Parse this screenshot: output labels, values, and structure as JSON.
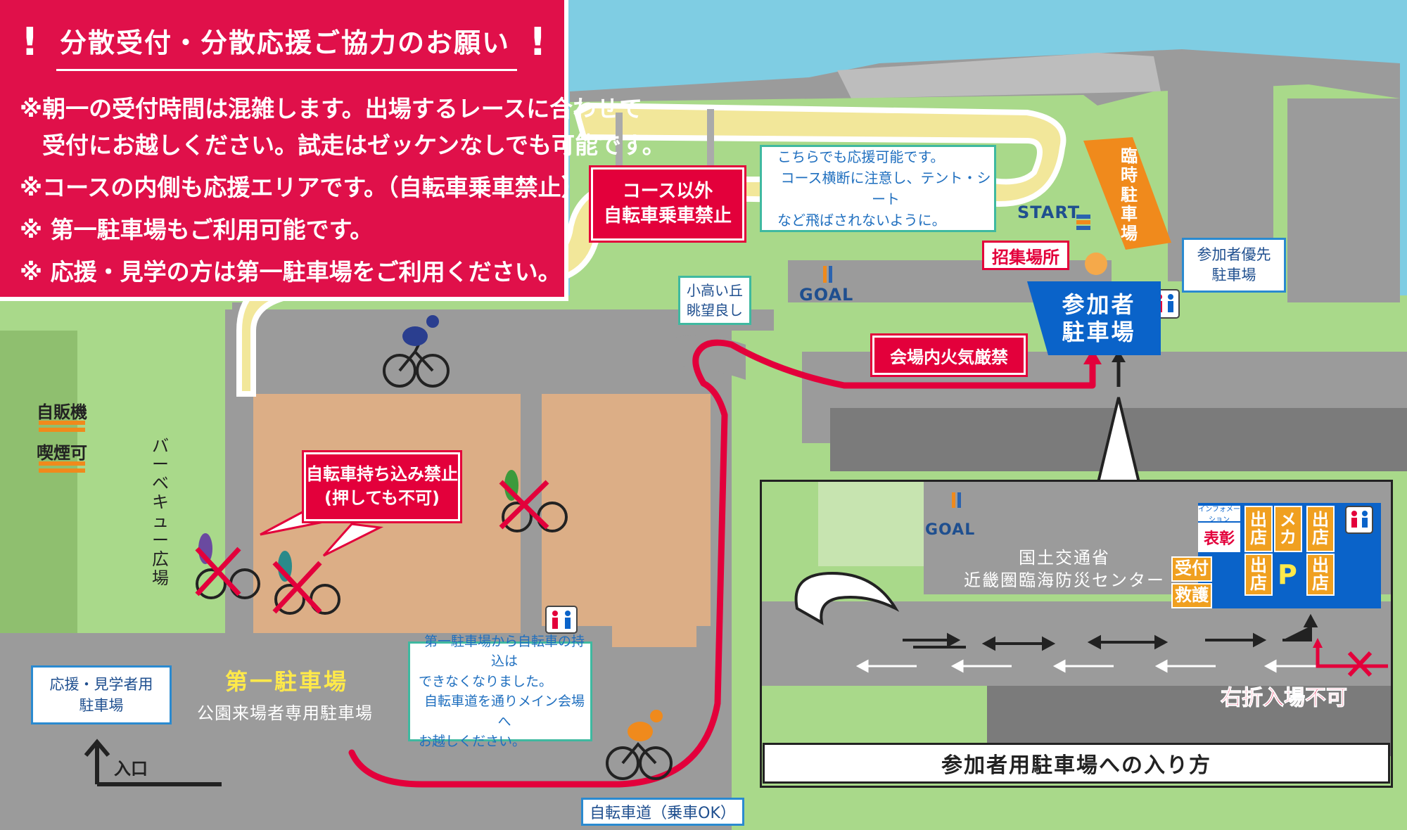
{
  "notice": {
    "title": "分散受付・分散応援ご協力のお願い",
    "bang_left": "!",
    "bang_right": "!",
    "lines": [
      "※朝一の受付時間は混雑します。出場するレースに合わせて",
      "受付にお越しください。試走はゼッケンなしでも可能です。",
      "※コースの内側も応援エリアです。（自転車乗車禁止）",
      "※ 第一駐車場もご利用可能です。",
      "※ 応援・見学の方は第一駐車場をご利用ください。"
    ]
  },
  "labels": {
    "no_bike_outside": [
      "コース以外",
      "自転車乗車禁止"
    ],
    "cheer_here": [
      "こちらでも応援可能です。",
      "コース横断に注意し、テント・シート",
      "など飛ばされないように。"
    ],
    "start": "START",
    "goal": "GOAL",
    "goal_inset": "GOAL",
    "gathering": "招集場所",
    "temp_parking": [
      "臨",
      "時",
      "駐",
      "車",
      "場"
    ],
    "priority_parking": [
      "参加者優先",
      "駐車場"
    ],
    "participant_parking": [
      "参加者",
      "駐車場"
    ],
    "hill": [
      "小高い丘",
      "眺望良し"
    ],
    "no_fire": "会場内火気厳禁",
    "vending": "自販機",
    "smoking": "喫煙可",
    "bbq": [
      "バ",
      "ー",
      "ベ",
      "キ",
      "ュ",
      "ー",
      "広",
      "場"
    ],
    "no_bike_carry": [
      "自転車持ち込み禁止",
      "(押しても不可)"
    ],
    "first_parking": "第一駐車場",
    "first_parking_sub": "公園来場者専用駐車場",
    "visitor_parking": [
      "応援・見学者用",
      "駐車場"
    ],
    "entrance": "入口",
    "first_parking_note": [
      "第一駐車場から自転車の持込は",
      "できなくなりました。",
      "自転車道を通りメイン会場へ",
      "お越しください。"
    ],
    "bike_path": "自転車道（乗車OK）"
  },
  "inset": {
    "title": "参加者用駐車場への入り方",
    "building": [
      "国土交通省",
      "近畿圏臨海防災センター"
    ],
    "info": "インフォメーション",
    "award": "表彰",
    "stall1": "出店",
    "mecha": "メカ",
    "stall2": "出店",
    "stall3": "出店",
    "stall4": "出店",
    "reception": "受付",
    "rescue": "救護",
    "parking_p": "P",
    "no_right_turn": "右折入場不可"
  },
  "colors": {
    "sea": "#7fcde3",
    "grass": "#a9d98a",
    "road": "#9b9b9b",
    "course": "#f2e79a",
    "dirt": "#dcae86",
    "red": "#e3003b",
    "blue": "#0a63c9",
    "orange": "#f08a1c"
  }
}
